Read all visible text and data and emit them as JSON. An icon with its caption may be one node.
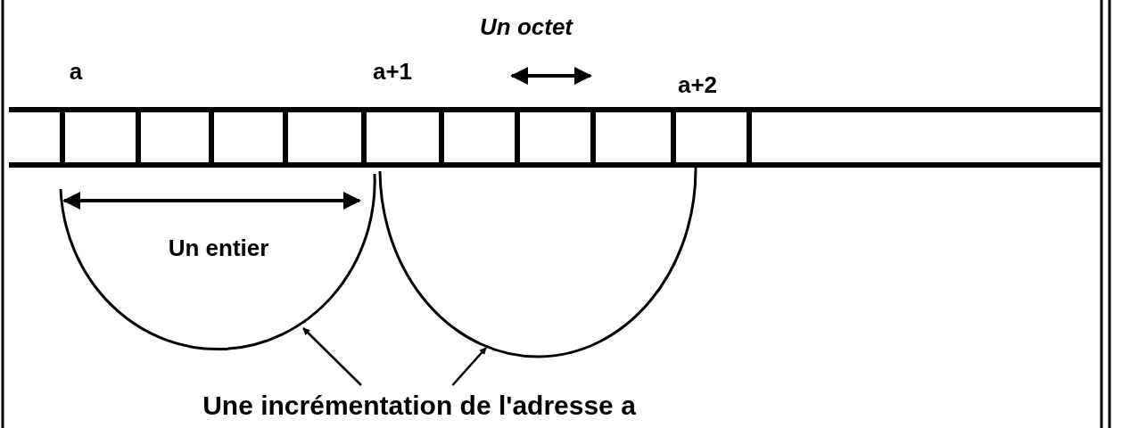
{
  "diagram": {
    "nodes": [
      {
        "text": [
          "Une incrémentation de l'adresse a"
        ]
      },
      {
        "text": [],
        "shape": "arc"
      },
      {
        "text": [],
        "shape": "arc"
      }
    ],
    "edges": [
      {
        "from": 0,
        "to": 1,
        "arrow": "to"
      },
      {
        "from": 0,
        "to": 2,
        "arrow": "to"
      }
    ],
    "labels": [
      "Un octet",
      "a",
      "a+1",
      "a+2",
      "Un entier"
    ]
  }
}
